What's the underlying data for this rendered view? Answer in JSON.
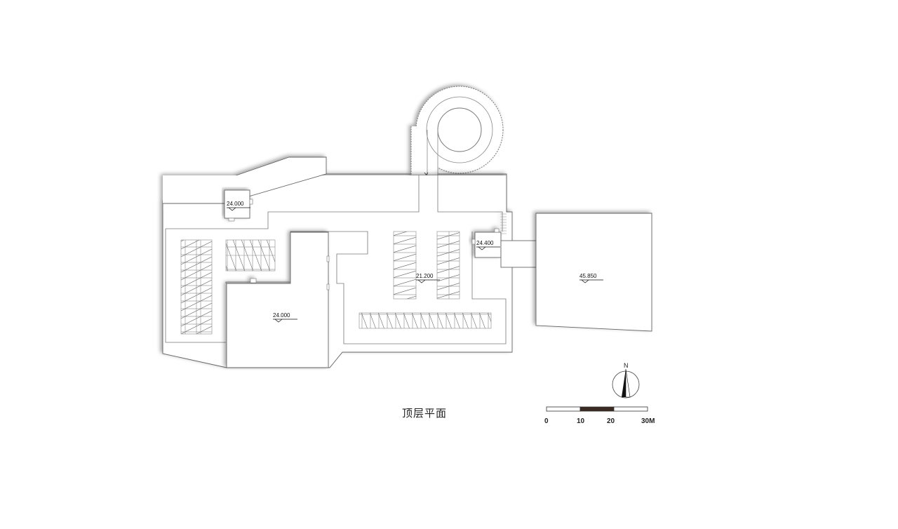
{
  "drawing": {
    "title": "顶层平面",
    "type": "top floor plan"
  },
  "elevations": [
    {
      "id": "stair-core-nw",
      "label": "24.000"
    },
    {
      "id": "central-block",
      "label": "24.000"
    },
    {
      "id": "parking-deck",
      "label": "21.200"
    },
    {
      "id": "stair-core-e",
      "label": "24.400"
    },
    {
      "id": "east-tower",
      "label": "45.850"
    }
  ],
  "north_arrow": {
    "label": "N"
  },
  "scale_bar": {
    "ticks": [
      "0",
      "10",
      "20",
      "30M"
    ],
    "filled_segment_color": "#3b2a22"
  },
  "colors": {
    "line": "#555555",
    "shadow": "#c8c8c8",
    "background": "#ffffff"
  }
}
